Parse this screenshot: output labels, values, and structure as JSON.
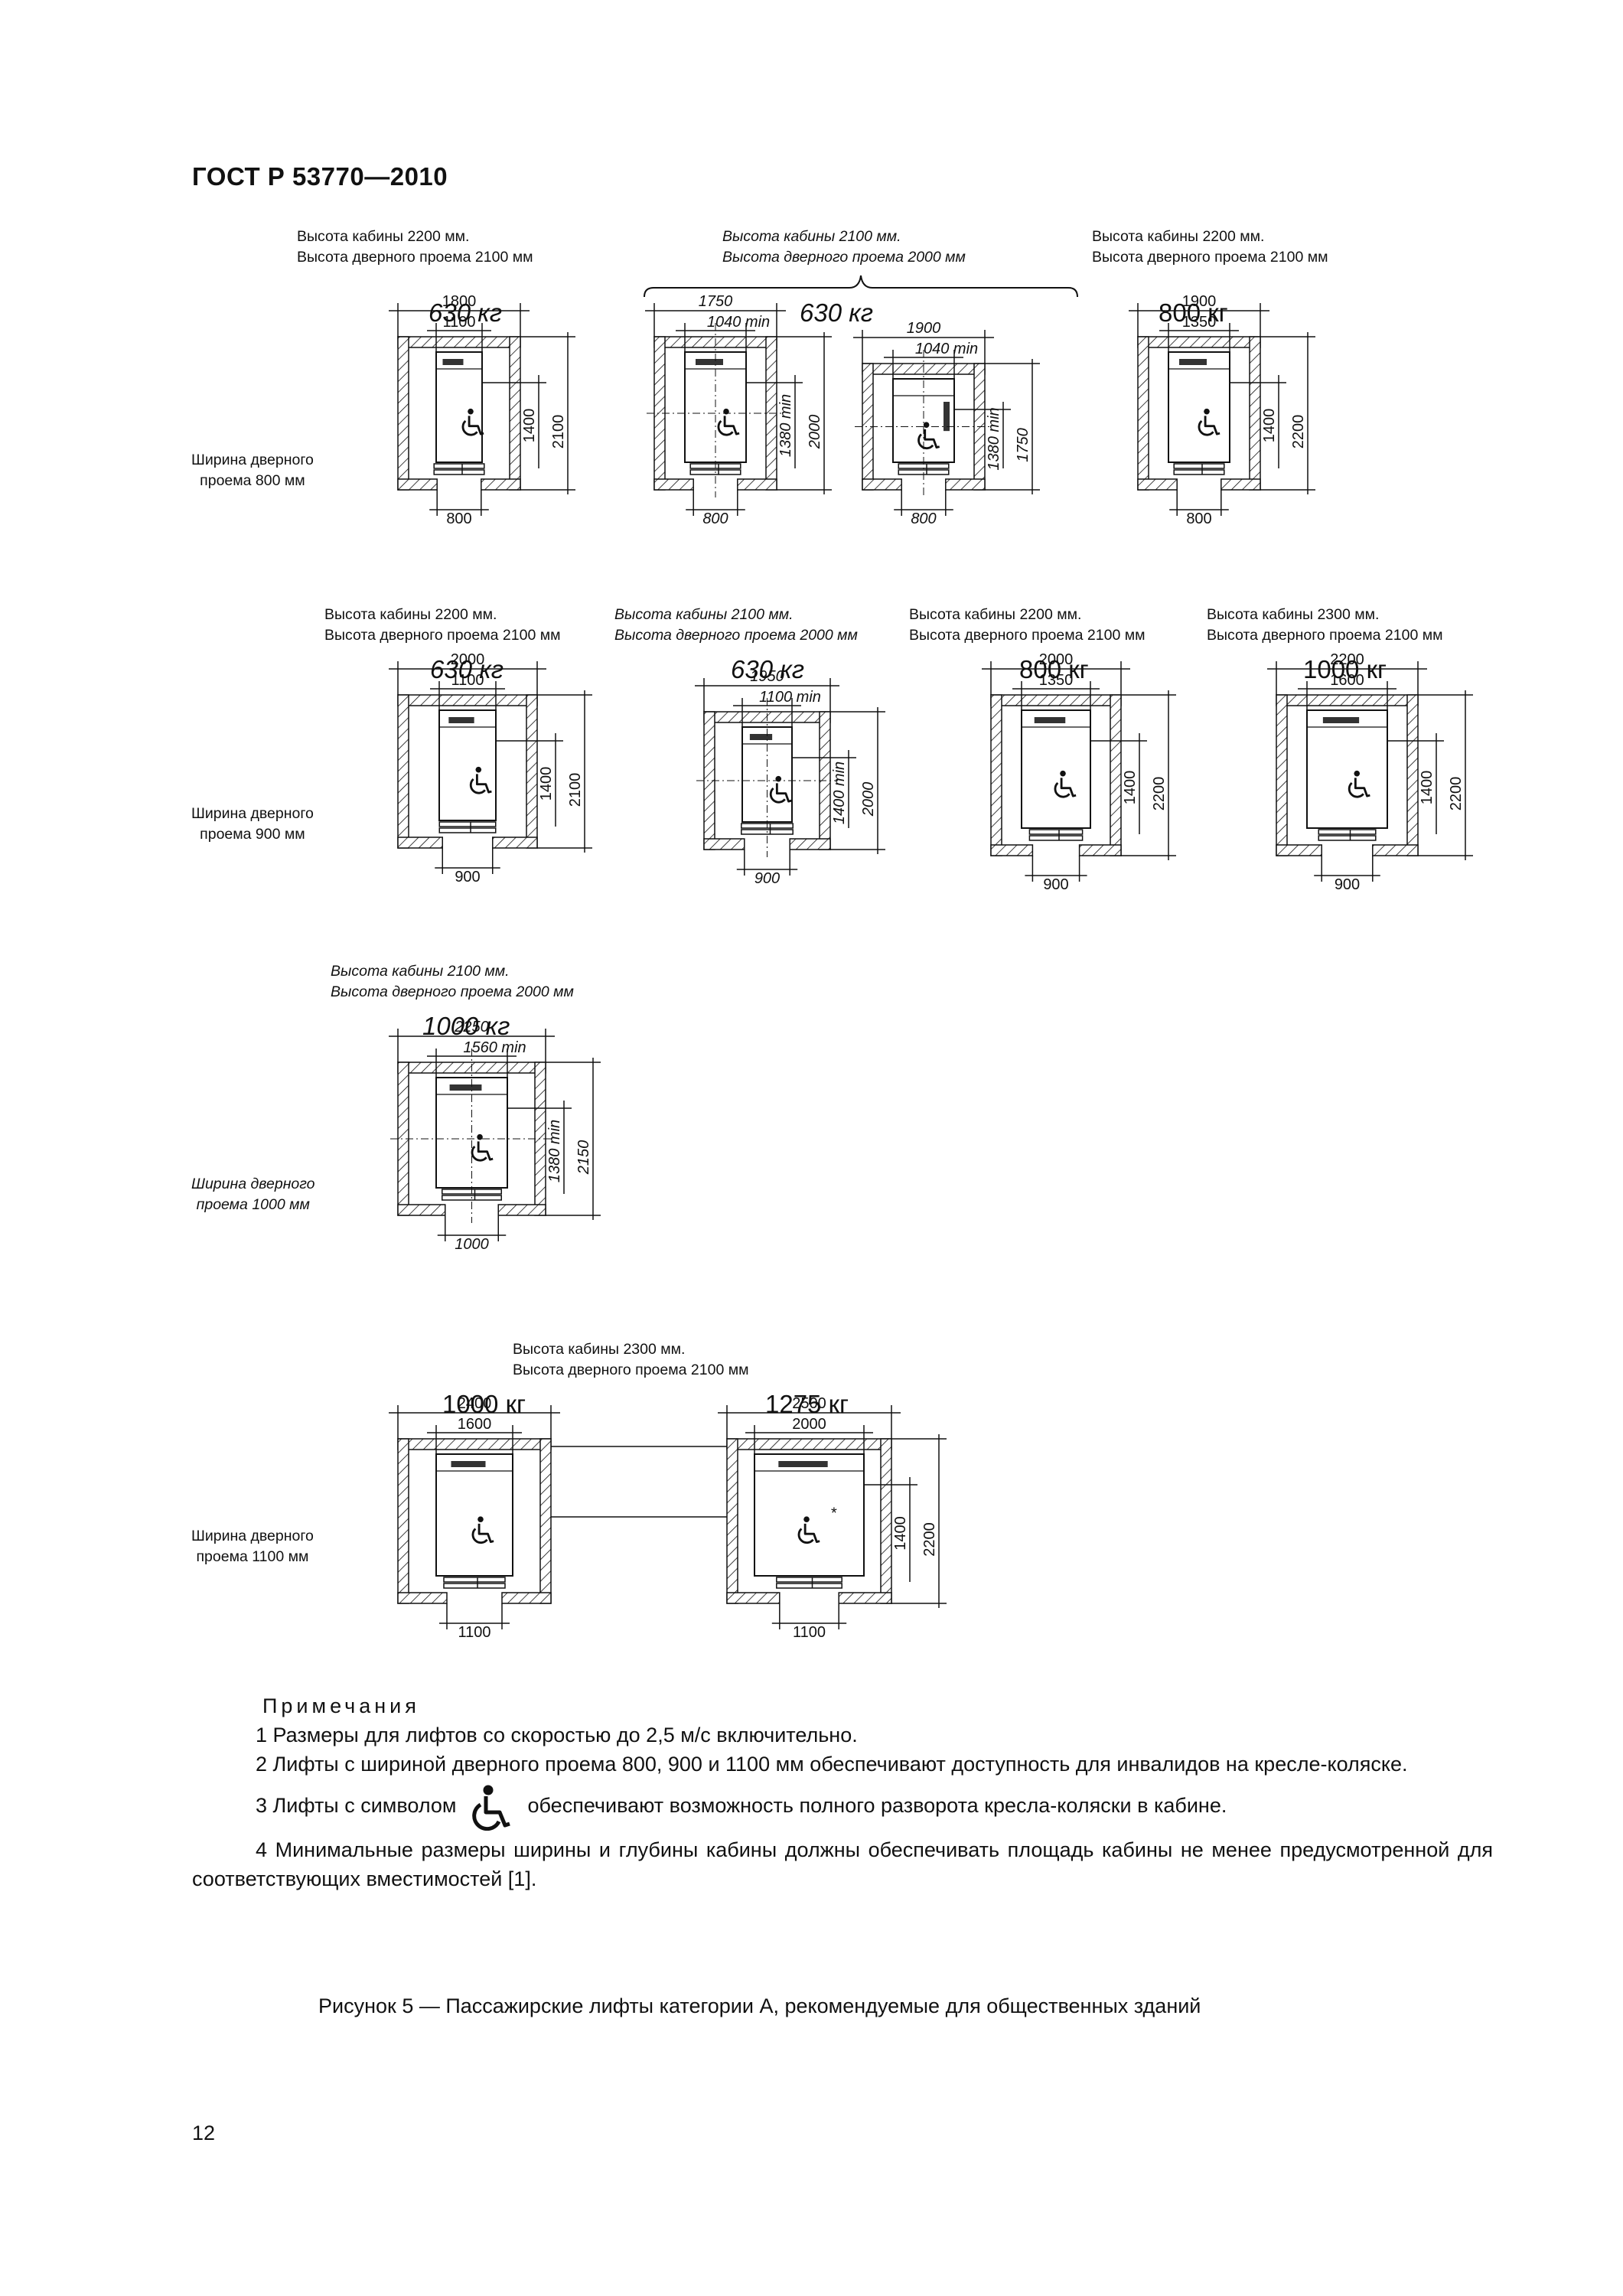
{
  "header": {
    "doc_code": "ГОСТ Р 53770—2010"
  },
  "captions": {
    "c1": [
      "Высота кабины 2200 мм.",
      "Высота дверного проема 2100 мм"
    ],
    "c2": [
      "Высота кабины 2100 мм.",
      "Высота дверного проема 2000 мм"
    ],
    "c3": [
      "Высота кабины 2200 мм.",
      "Высота дверного проема 2100 мм"
    ],
    "c4": [
      "Высота кабины 2200 мм.",
      "Высота дверного проема 2100 мм"
    ],
    "c5": [
      "Высота кабины 2100 мм.",
      "Высота дверного проема 2000 мм"
    ],
    "c6": [
      "Высота кабины 2200 мм.",
      "Высота дверного проема 2100 мм"
    ],
    "c7": [
      "Высота кабины 2300 мм.",
      "Высота дверного проема 2100 мм"
    ],
    "c8": [
      "Высота кабины 2100 мм.",
      "Высота дверного проема 2000 мм"
    ],
    "c9": [
      "Высота кабины 2300 мм.",
      "Высота дверного проема 2100 мм"
    ]
  },
  "loads": {
    "l1": "630 кг",
    "l2": "630 кг",
    "l3": "800 кг",
    "l4": "630 кг",
    "l5": "630 кг",
    "l6": "800 кг",
    "l7": "1000 кг",
    "l8": "1000 кг",
    "l9": "1000 кг",
    "l10": "1275 кг"
  },
  "side_labels": {
    "s800": [
      "Ширина дверного",
      "проема 800 мм"
    ],
    "s900": [
      "Ширина дверного",
      "проема 900 мм"
    ],
    "s1000": [
      "Ширина дверного",
      "проема 1000 мм"
    ],
    "s1100": [
      "Ширина дверного",
      "проема 1100 мм"
    ]
  },
  "diagrams": [
    {
      "id": "d1",
      "shaft": "1800",
      "cabin": "1100",
      "inner": "1400",
      "outer": "2100",
      "door": "800",
      "italic": false
    },
    {
      "id": "d2",
      "shaft": "1750",
      "cabin": "1040 min",
      "inner": "1380 min",
      "outer": "2000",
      "door": "800",
      "italic": true
    },
    {
      "id": "d3",
      "shaft": "1900",
      "cabin": "1040 min",
      "inner": "1380 min",
      "outer": "1750",
      "door": "800",
      "italic": true
    },
    {
      "id": "d4",
      "shaft": "1900",
      "cabin": "1350",
      "inner": "1400",
      "outer": "2200",
      "door": "800",
      "italic": false
    },
    {
      "id": "d5",
      "shaft": "2000",
      "cabin": "1100",
      "inner": "1400",
      "outer": "2100",
      "door": "900",
      "italic": false
    },
    {
      "id": "d6",
      "shaft": "1950",
      "cabin": "1100 min",
      "inner": "1400 min",
      "outer": "2000",
      "door": "900",
      "italic": true
    },
    {
      "id": "d7",
      "shaft": "2000",
      "cabin": "1350",
      "inner": "1400",
      "outer": "2200",
      "door": "900",
      "italic": false
    },
    {
      "id": "d8",
      "shaft": "2200",
      "cabin": "1600",
      "inner": "1400",
      "outer": "2200",
      "door": "900",
      "italic": false
    },
    {
      "id": "d9",
      "shaft": "2250",
      "cabin": "1560 min",
      "inner": "1380 min",
      "outer": "2150",
      "door": "1000",
      "italic": true
    },
    {
      "id": "d10",
      "shaft": "2400",
      "cabin": "1600",
      "inner": "",
      "outer": "",
      "door": "1100",
      "italic": false
    },
    {
      "id": "d11",
      "shaft": "2500",
      "cabin": "2000",
      "inner": "1400",
      "outer": "2200",
      "door": "1100",
      "italic": false,
      "asterisk": "*"
    }
  ],
  "notes": {
    "heading": "Примечания",
    "n1": "1 Размеры для лифтов со скоростью до 2,5 м/с включительно.",
    "n2": "2 Лифты с шириной дверного проема 800, 900 и 1100 мм обеспечивают доступность для инвалидов на кресле-коляске.",
    "n3a": "3 Лифты с символом",
    "n3b": "обеспечивают возможность полного разворота кресла-коляски в кабине.",
    "n4": "4 Минимальные размеры ширины и глубины кабины должны обеспечивать площадь кабины не менее предусмотренной для соответствующих вместимостей [1]."
  },
  "figure_caption": "Рисунок 5 — Пассажирские лифты категории А, рекомендуемые для общественных зданий",
  "page_number": "12",
  "icons": {
    "wheelchair": "wheelchair-icon"
  }
}
